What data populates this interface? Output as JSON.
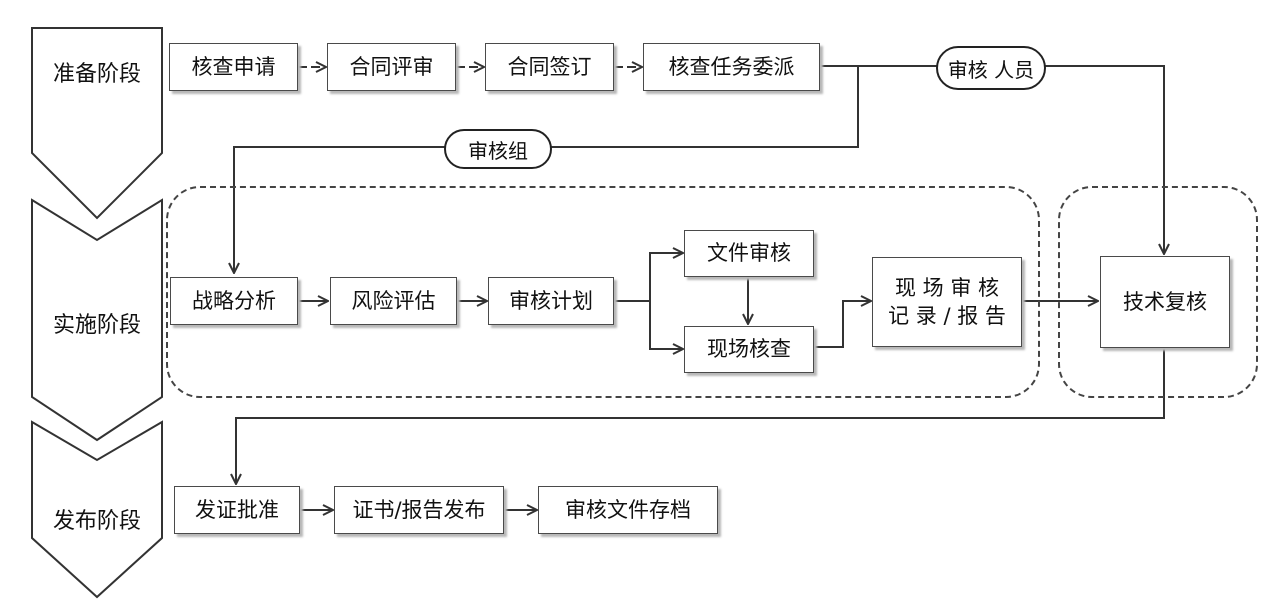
{
  "stages": [
    "准备阶段",
    "实施阶段",
    "发布阶段"
  ],
  "prep": {
    "steps": [
      "核查申请",
      "合同评审",
      "合同签订",
      "核查任务委派"
    ],
    "reviewer_pill": "审核 人员"
  },
  "impl": {
    "team_pill": "审核组",
    "steps": [
      "战略分析",
      "风险评估",
      "审核计划"
    ],
    "doc_review": "文件审核",
    "site_check": "现场核查",
    "record_line1": "现 场 审 核",
    "record_line2": "记 录 / 报 告",
    "tech_review": "技术复核"
  },
  "publish": {
    "steps": [
      "发证批准",
      "证书/报告发布",
      "审核文件存档"
    ]
  },
  "colors": {
    "line": "#333333",
    "border": "#4a4a4a",
    "shadow": "#b8b8b8"
  }
}
